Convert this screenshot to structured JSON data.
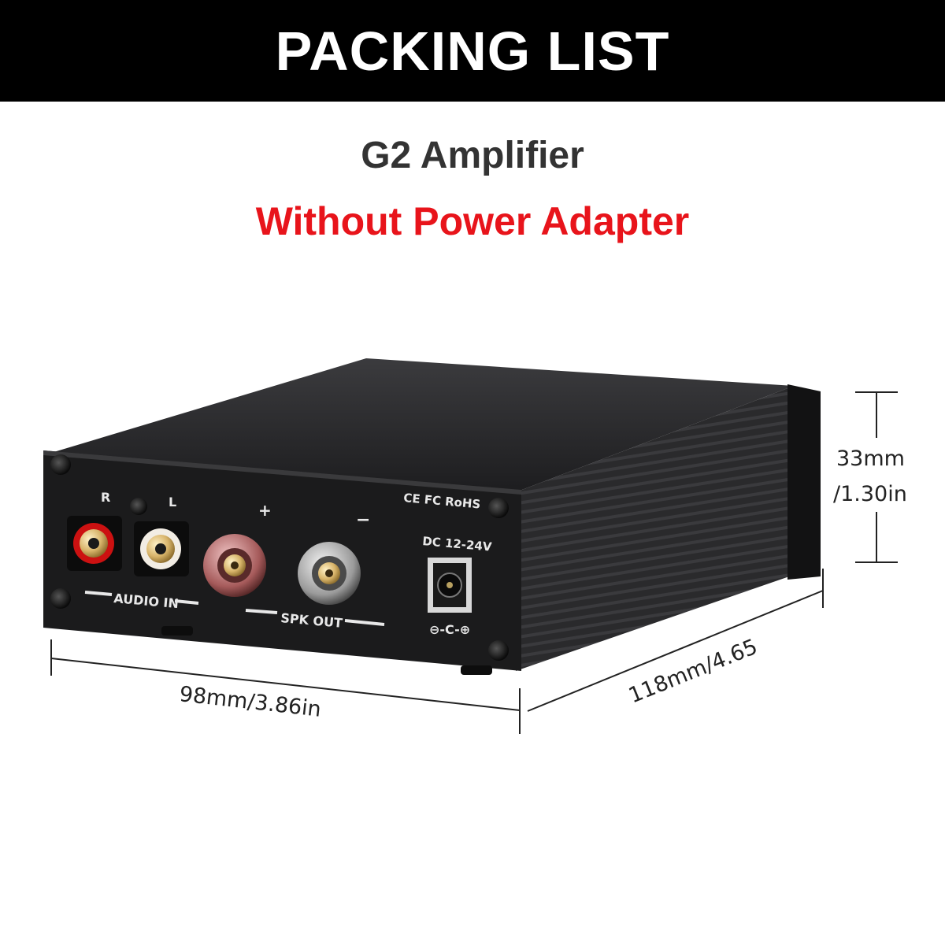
{
  "header": {
    "title": "PACKING LIST"
  },
  "product": {
    "name": "G2 Amplifier",
    "notice": "Without Power Adapter",
    "notice_color": "#e8141b"
  },
  "dimensions": {
    "height": {
      "line1": "33mm",
      "line2": "/1.30in"
    },
    "width": "98mm/3.86in",
    "depth": "118mm/4.65"
  },
  "panel": {
    "channel_r": "R",
    "channel_l": "L",
    "audio_in": "AUDIO IN",
    "plus": "+",
    "minus": "−",
    "spk_out": "SPK OUT",
    "certs": "CE FC RoHS",
    "dc": "DC 12-24V",
    "polarity": "⊖-C-⊕"
  }
}
